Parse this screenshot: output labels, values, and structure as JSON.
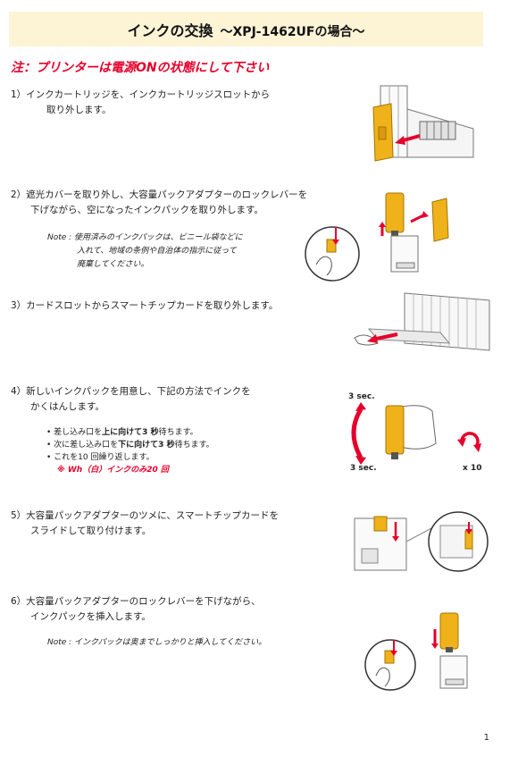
{
  "title": {
    "main": "インクの交換",
    "sub": "～XPJ-1462UFの場合～"
  },
  "warning": "注：プリンターは電源ONの状態にして下さい",
  "steps": [
    {
      "line1": "1）インクカートリッジを、インクカートリッジスロットから",
      "line2": "取り外します。"
    },
    {
      "line1": "2）遮光カバーを取り外し、大容量パックアダプターのロックレバーを",
      "line2": "下げながら、空になったインクパックを取り外します。",
      "note": [
        "Note : 使用済みのインクパックは、ビニール袋などに",
        "入れて、地域の条例や自治体の指示に従って",
        "廃棄してください。"
      ]
    },
    {
      "line1": "3）カードスロットからスマートチップカードを取り外します。"
    },
    {
      "line1": "4）新しいインクパックを用意し、下記の方法でインクを",
      "line2": "かくはんします。",
      "bullets": [
        {
          "a": "• 差し込み口を",
          "b": "上に向けて3 秒",
          "c": "待ちます。"
        },
        {
          "a": "• 次に差し込み口を",
          "b": "下に向けて3 秒",
          "c": "待ちます。"
        },
        {
          "a": "• これを10 回繰り返します。",
          "b": "",
          "c": ""
        }
      ],
      "red_note": "※ Wh（白）インクのみ20 回",
      "labels": {
        "top": "3 sec.",
        "bottom": "3 sec.",
        "repeat": "x 10"
      }
    },
    {
      "line1": "5）大容量パックアダプターのツメに、スマートチップカードを",
      "line2": "スライドして取り付けます。"
    },
    {
      "line1": "6）大容量パックアダプターのロックレバーを下げながら、",
      "line2": "インクパックを挿入します。",
      "note": [
        "Note : インクパックは奥までしっかりと挿入してください。"
      ]
    }
  ],
  "page_number": "1",
  "colors": {
    "title_bg": "#fdf4d6",
    "warning": "#e4002b",
    "ink": "#f0b21a",
    "arrow": "#e4002b"
  }
}
